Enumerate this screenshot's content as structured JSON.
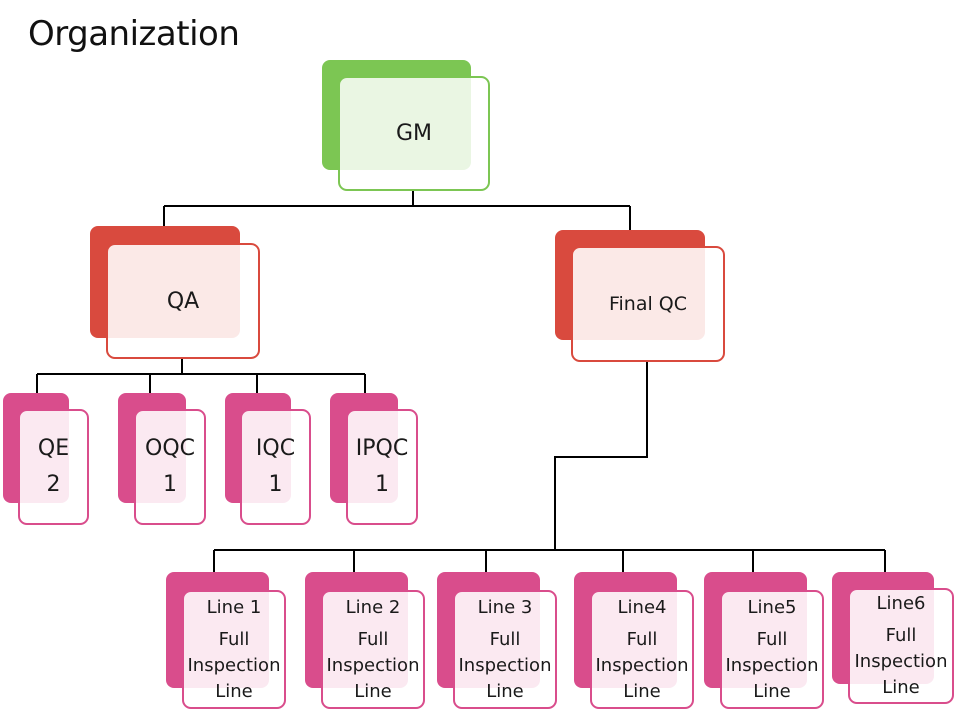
{
  "title": "Organization",
  "colors": {
    "green": "#7cc653",
    "red": "#d94a3e",
    "pink": "#d94d8c",
    "connector": "#000000"
  },
  "nodes": {
    "gm": {
      "label": "GM"
    },
    "qa": {
      "label": "QA"
    },
    "final_qc": {
      "label": "Final QC"
    },
    "qe": {
      "label": "QE",
      "count": "2"
    },
    "oqc": {
      "label": "OQC",
      "count": "1"
    },
    "iqc": {
      "label": "IQC",
      "count": "1"
    },
    "ipqc": {
      "label": "IPQC",
      "count": "1"
    },
    "lines": [
      {
        "name": "Line 1",
        "desc1": "Full",
        "desc2": "Inspection",
        "desc3": "Line"
      },
      {
        "name": "Line 2",
        "desc1": "Full",
        "desc2": "Inspection",
        "desc3": "Line"
      },
      {
        "name": "Line 3",
        "desc1": "Full",
        "desc2": "Inspection",
        "desc3": "Line"
      },
      {
        "name": "Line4",
        "desc1": "Full",
        "desc2": "Inspection",
        "desc3": "Line"
      },
      {
        "name": "Line5",
        "desc1": "Full",
        "desc2": "Inspection",
        "desc3": "Line"
      },
      {
        "name": "Line6",
        "desc1": "Full",
        "desc2": "Inspection",
        "desc3": "Line"
      }
    ]
  }
}
